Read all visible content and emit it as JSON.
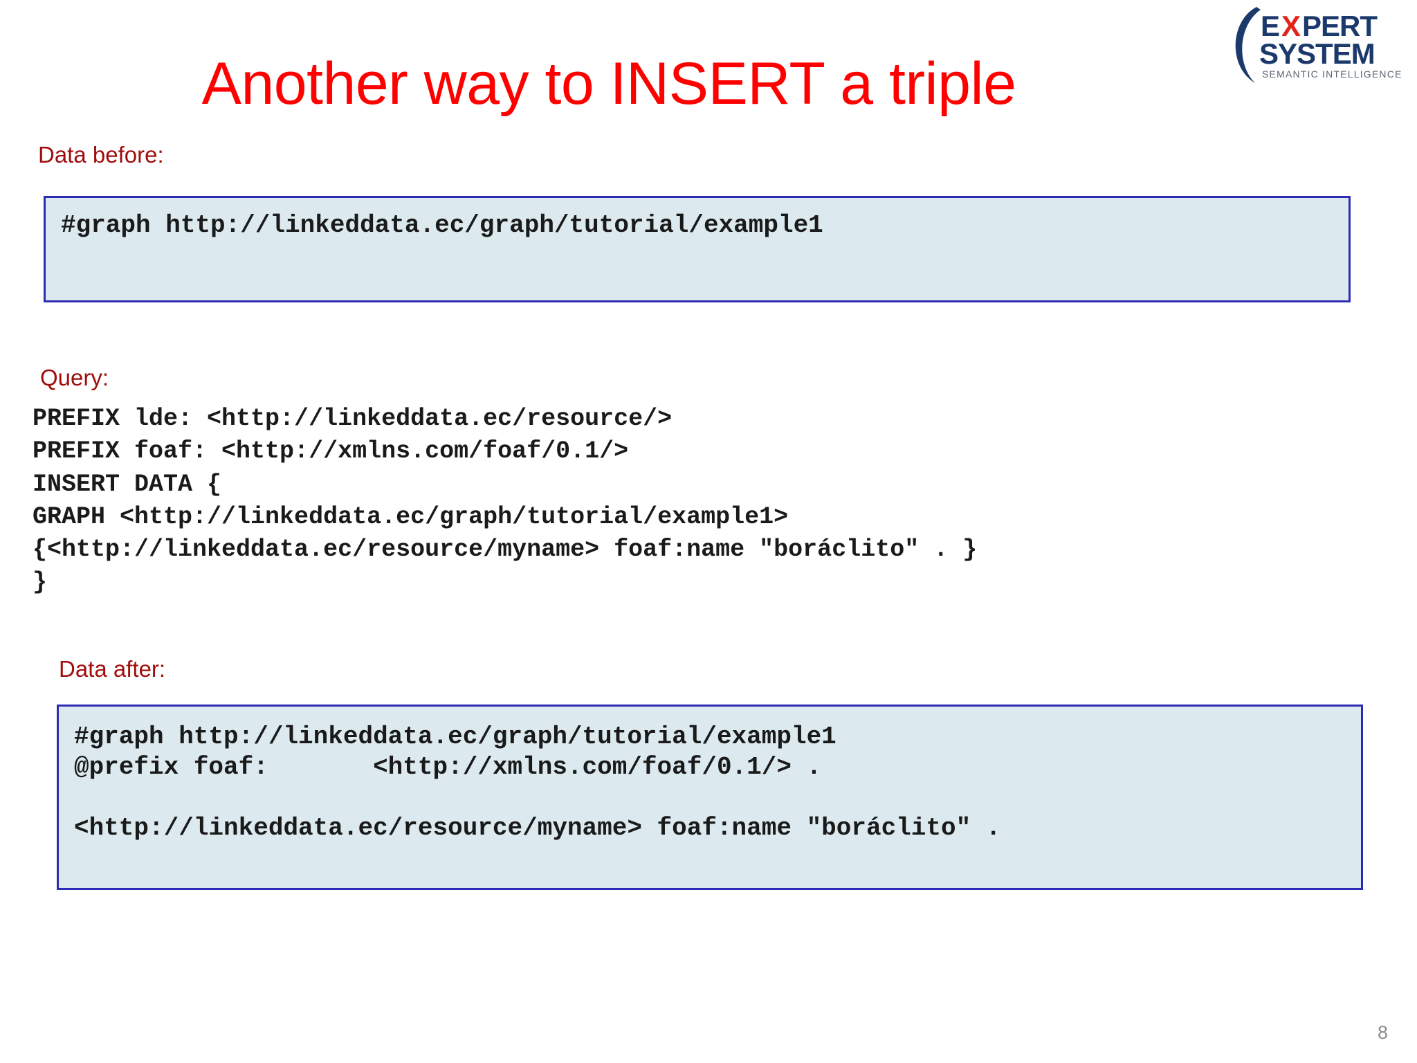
{
  "slide": {
    "title": "Another way to INSERT a triple",
    "page_number": "8",
    "title_color": "#FF0000",
    "caption_color": "#A00D0D",
    "code_bg_color": "#dceaef",
    "code_border_color": "#2b2bb5"
  },
  "logo": {
    "word_top": "EXPERT",
    "word_bottom": "SYSTEM",
    "tagline": "SEMANTIC INTELLIGENCE",
    "accent_letter": "X",
    "navy": "#1b3a6b",
    "red": "#e2231a",
    "gray": "#5a6472"
  },
  "sections": {
    "data_before": {
      "caption": "Data before:",
      "code": "#graph http://linkeddata.ec/graph/tutorial/example1"
    },
    "query": {
      "caption": "Query:",
      "code": "PREFIX lde: <http://linkeddata.ec/resource/>\nPREFIX foaf: <http://xmlns.com/foaf/0.1/>\nINSERT DATA {\nGRAPH <http://linkeddata.ec/graph/tutorial/example1>\n{<http://linkeddata.ec/resource/myname> foaf:name \"boráclito\" . }\n}"
    },
    "data_after": {
      "caption": "Data after:",
      "code": "#graph http://linkeddata.ec/graph/tutorial/example1\n@prefix foaf:       <http://xmlns.com/foaf/0.1/> .\n\n<http://linkeddata.ec/resource/myname> foaf:name \"boráclito\" ."
    }
  }
}
